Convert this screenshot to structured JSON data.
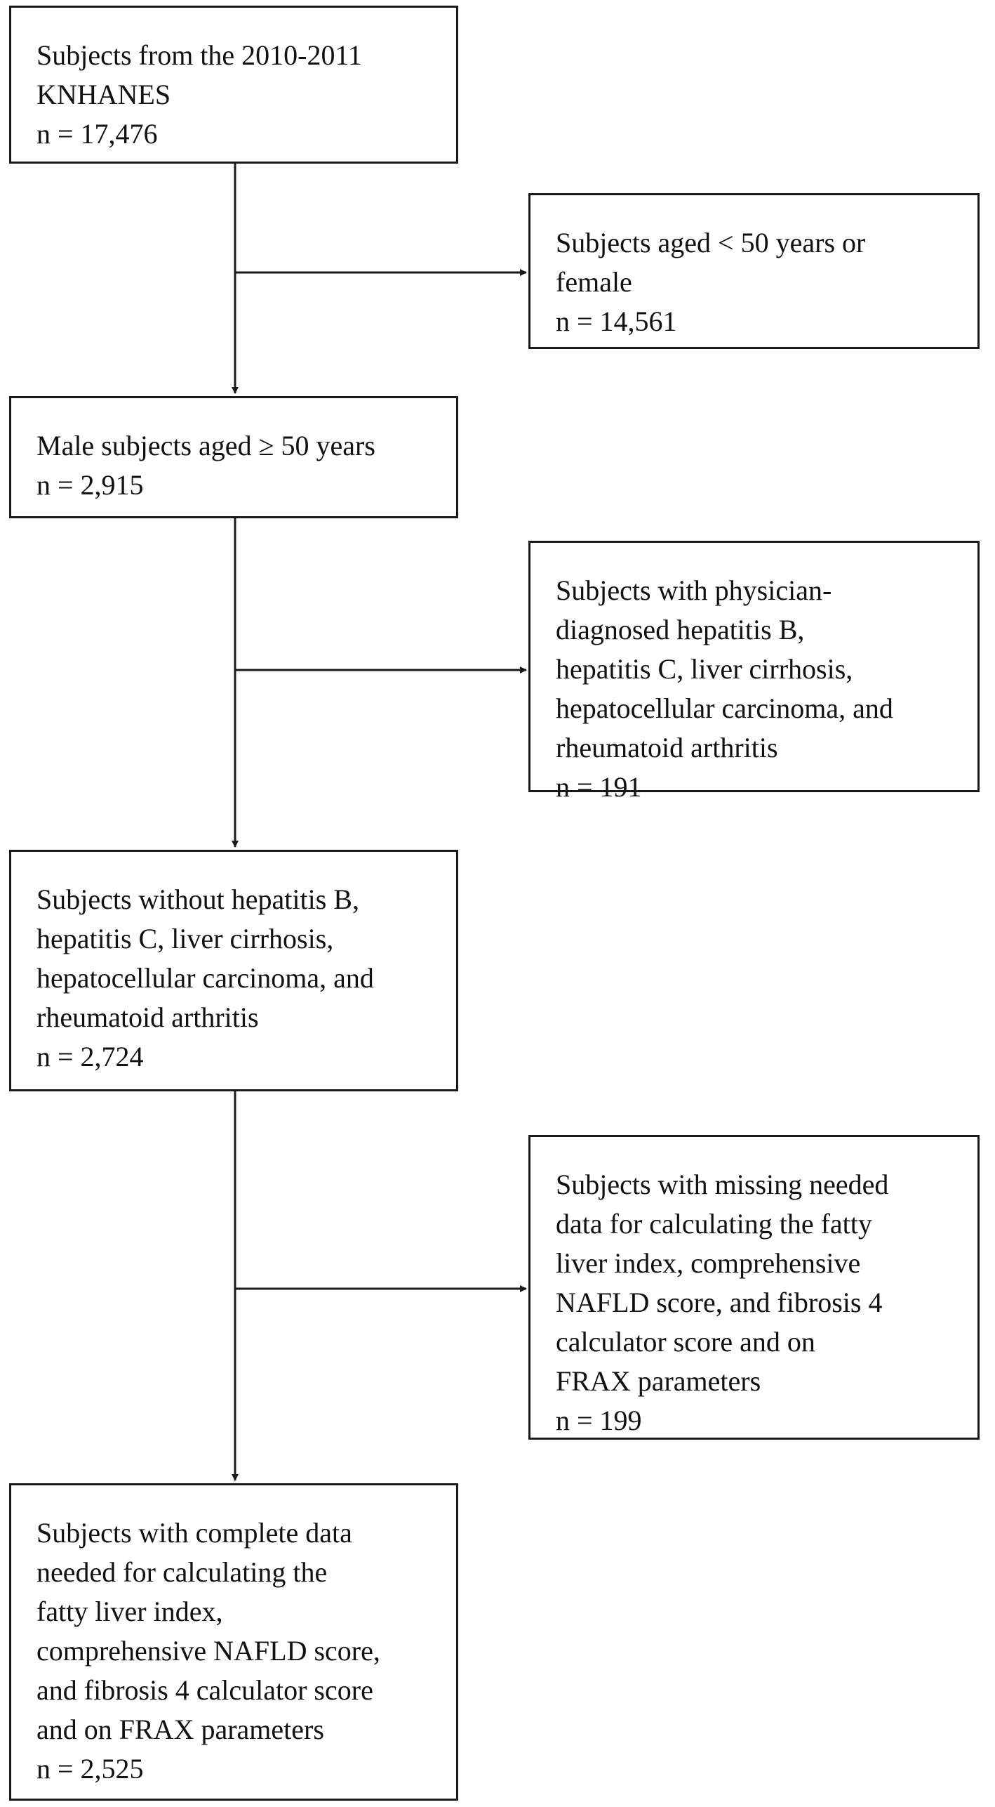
{
  "flowchart": {
    "main_boxes": [
      {
        "lines": [
          "Subjects from the 2010-2011",
          "KNHANES",
          "n = 17,476"
        ]
      },
      {
        "lines": [
          "Male subjects aged ≥ 50 years",
          "n = 2,915"
        ]
      },
      {
        "lines": [
          "Subjects without hepatitis B,",
          "hepatitis C, liver cirrhosis,",
          "hepatocellular carcinoma, and",
          "rheumatoid arthritis",
          "n = 2,724"
        ]
      },
      {
        "lines": [
          "Subjects with complete data",
          "needed for calculating the",
          "fatty liver index,",
          "comprehensive NAFLD score,",
          "and fibrosis 4 calculator score",
          "and on FRAX parameters",
          "n = 2,525"
        ]
      }
    ],
    "exclusion_boxes": [
      {
        "lines": [
          "Subjects aged < 50 years or",
          "female",
          "n = 14,561"
        ]
      },
      {
        "lines": [
          "Subjects with physician-",
          "diagnosed hepatitis B,",
          "hepatitis C, liver cirrhosis,",
          "hepatocellular carcinoma, and",
          "rheumatoid arthritis",
          "n = 191"
        ]
      },
      {
        "lines": [
          "Subjects with missing needed",
          "data for calculating the fatty",
          "liver index, comprehensive",
          "NAFLD score, and fibrosis 4",
          "calculator score and on",
          "FRAX parameters",
          "n = 199"
        ]
      }
    ]
  }
}
